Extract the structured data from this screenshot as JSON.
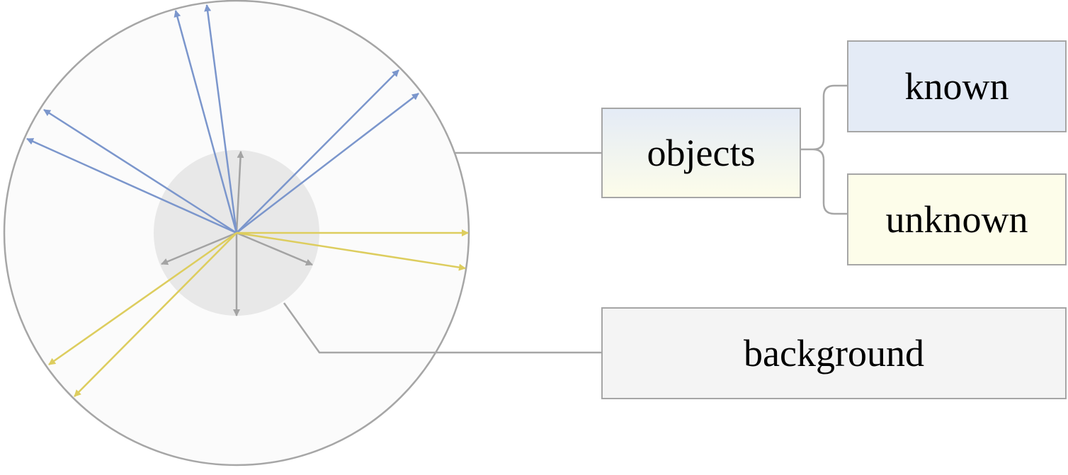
{
  "labels": {
    "objects": "objects",
    "known": "known",
    "unknown": "unknown",
    "background": "background"
  },
  "colors": {
    "known": "#7b96cc",
    "unknown": "#ddcd5e",
    "background": "#a3a3a3",
    "known_fill": "#e4ebf6",
    "unknown_fill": "#fdfdea",
    "background_fill": "#f4f4f4",
    "outer_circle_fill": "#fbfbfb",
    "inner_circle_fill": "#e8e8e8",
    "outline": "#a6a6a6"
  }
}
